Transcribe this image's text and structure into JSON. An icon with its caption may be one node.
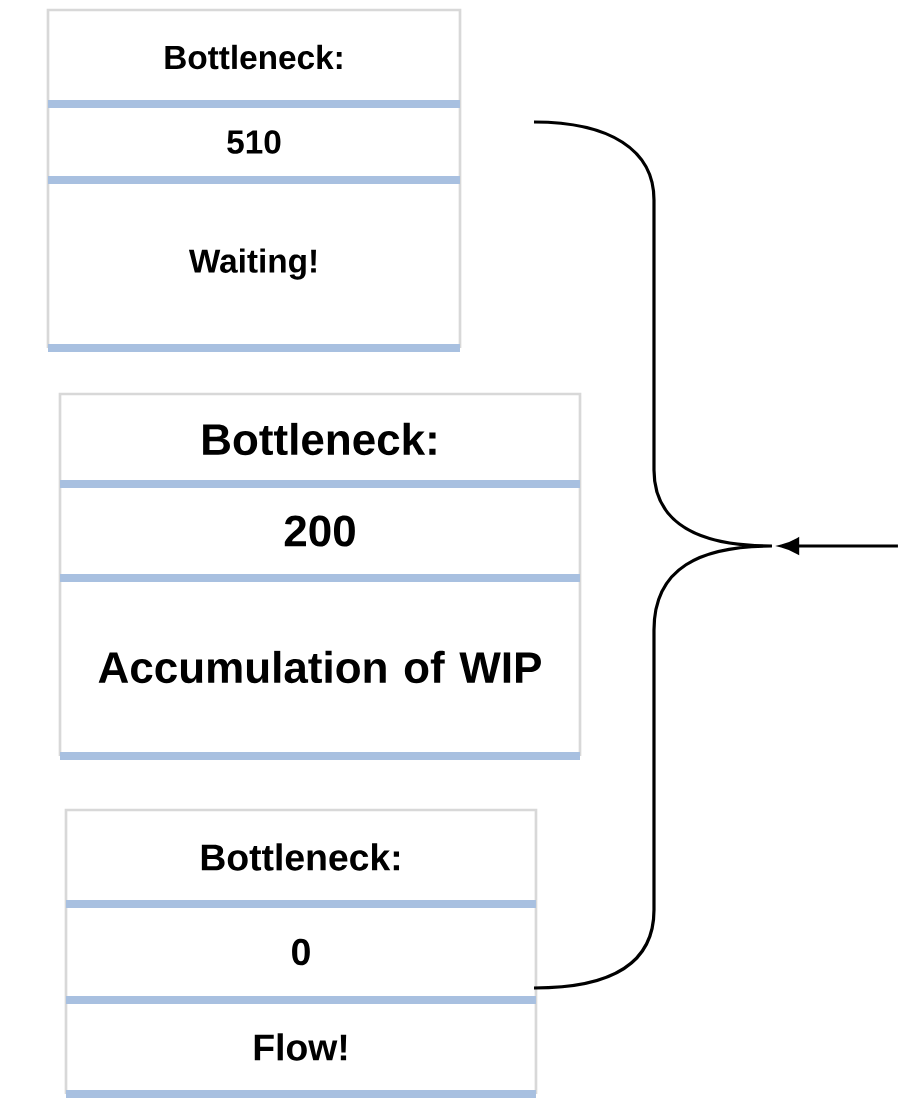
{
  "diagram": {
    "nodes": [
      {
        "text": [
          "Bottleneck:",
          "510",
          "Waiting!"
        ]
      },
      {
        "text": [
          "Bottleneck:",
          "200",
          "Accumulation of WIP"
        ]
      },
      {
        "text": [
          "Bottleneck:",
          "0",
          "Flow!"
        ]
      },
      {
        "text": [],
        "shape": "brace"
      }
    ],
    "edges": [
      {
        "from": null,
        "to": 3,
        "arrow": "to"
      }
    ]
  }
}
